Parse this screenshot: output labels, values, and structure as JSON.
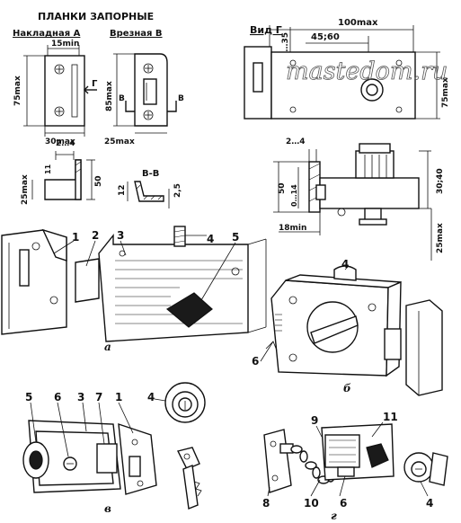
{
  "header": {
    "title": "ПЛАНКИ ЗАПОРНЫЕ",
    "overlay_label": "Накладная А",
    "mortise_label": "Врезная В",
    "view_label": "Вид Г",
    "section_label": "В-В"
  },
  "watermark": "mastedom.ru",
  "dimensions": {
    "d_15min": "15min",
    "d_75max_a": "75max",
    "d_30max": "30max",
    "d_85max": "85max",
    "d_25max_b": "25max",
    "d_2_4_a": "2…4",
    "d_11": "11",
    "d_25max_c": "25max",
    "d_50_a": "50",
    "d_12": "12",
    "d_2_5": "2,5",
    "d_100max": "100max",
    "d_20_35": "20…35",
    "d_45_60": "45;60",
    "d_75max_g": "75max",
    "d_2_4_b": "2…4",
    "d_50_b": "50",
    "d_0_14": "0…14",
    "d_30_40": "30;40",
    "d_18min": "18min",
    "d_25max_d": "25max"
  },
  "markers": {
    "g": "Г",
    "b1": "В",
    "b2": "В"
  },
  "figure_a": {
    "caption": "а",
    "parts": [
      "1",
      "2",
      "3",
      "4",
      "5"
    ]
  },
  "figure_b": {
    "caption": "б",
    "parts": [
      "4",
      "6"
    ]
  },
  "figure_v": {
    "caption": "в",
    "parts": [
      "5",
      "6",
      "3",
      "7",
      "1",
      "4"
    ]
  },
  "figure_g": {
    "caption": "г",
    "parts": [
      "9",
      "11",
      "8",
      "10",
      "6",
      "4"
    ]
  }
}
